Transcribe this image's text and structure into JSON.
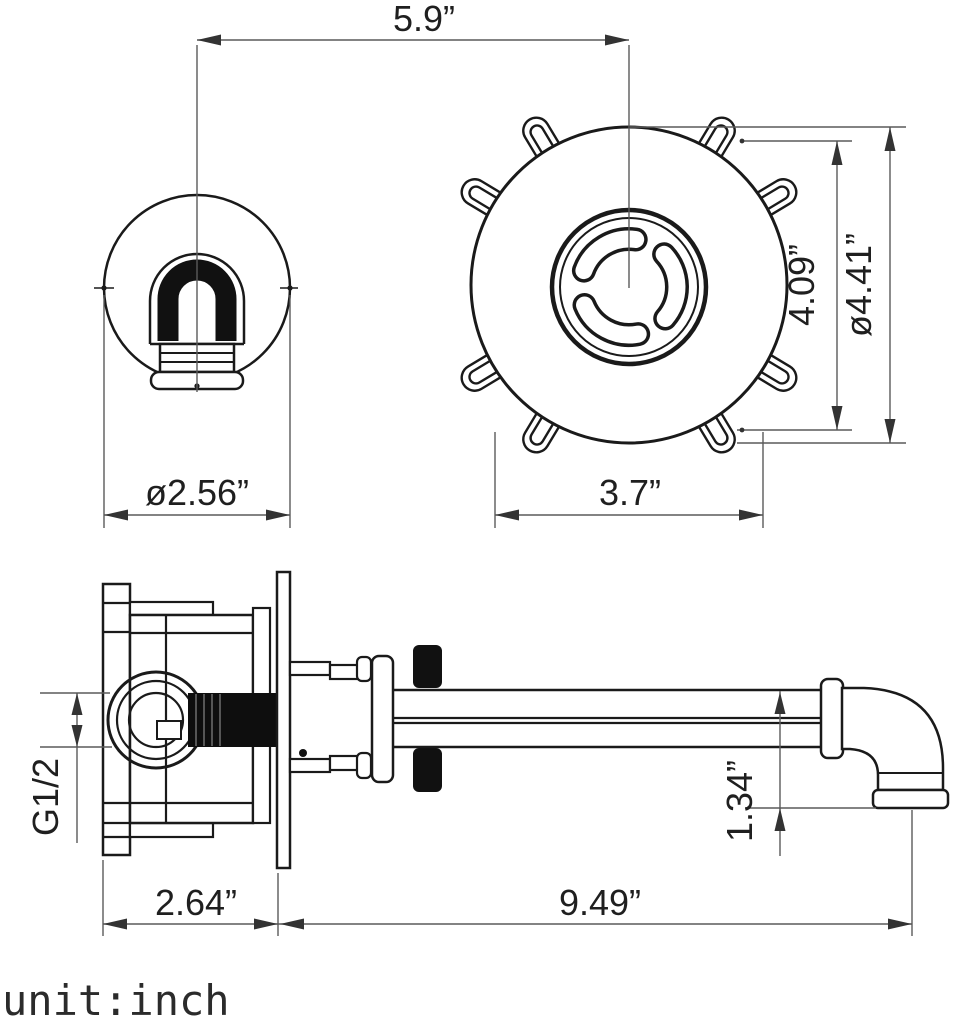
{
  "meta": {
    "unit_note": "unit:inch",
    "drawing_type": "faucet rough-in dimension drawing"
  },
  "colors": {
    "line": "#1a1a1a",
    "dim_line": "#5a5a5a",
    "background": "#ffffff"
  },
  "dimensions": {
    "spout_offset": {
      "label": "5.9”"
    },
    "spout_escutcheon_diameter": {
      "label": "ø2.56”"
    },
    "trim_mount_width": {
      "label": "3.7”"
    },
    "trim_hole_spacing": {
      "label": "4.09”"
    },
    "trim_diameter": {
      "label": "ø4.41”"
    },
    "valve_body_depth": {
      "label": "2.64”"
    },
    "spout_reach": {
      "label": "9.49”"
    },
    "spout_drop": {
      "label": "1.34”"
    },
    "inlet_thread": {
      "label": "G1/2"
    }
  }
}
